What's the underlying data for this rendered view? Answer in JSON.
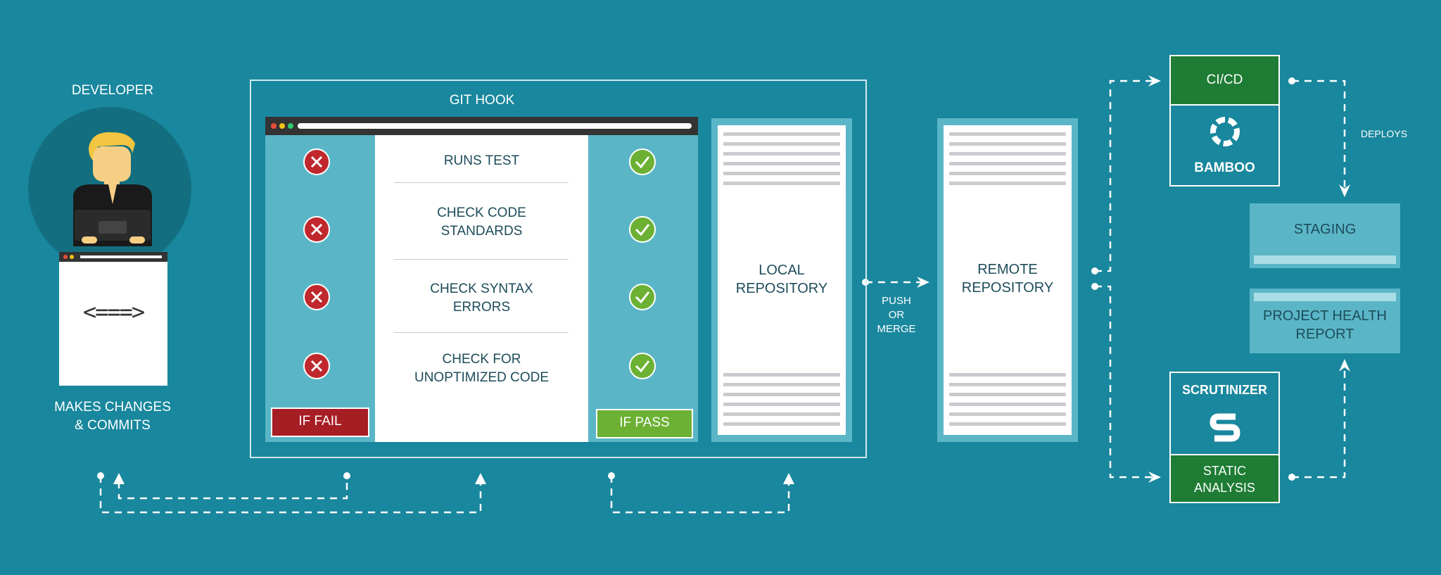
{
  "developer": {
    "title": "DEVELOPER",
    "caption_line1": "MAKES CHANGES",
    "caption_line2": "& COMMITS",
    "code_symbol": "<===>"
  },
  "git_hook": {
    "title": "GIT HOOK",
    "checks": [
      {
        "line1": "RUNS TEST",
        "line2": ""
      },
      {
        "line1": "CHECK CODE",
        "line2": "STANDARDS"
      },
      {
        "line1": "CHECK SYNTAX",
        "line2": "ERRORS"
      },
      {
        "line1": "CHECK FOR",
        "line2": "UNOPTIMIZED CODE"
      }
    ],
    "fail_label": "IF FAIL",
    "pass_label": "IF PASS"
  },
  "local_repo": {
    "line1": "LOCAL",
    "line2": "REPOSITORY"
  },
  "push_label": {
    "line1": "PUSH",
    "line2": "OR",
    "line3": "MERGE"
  },
  "remote_repo": {
    "line1": "REMOTE",
    "line2": "REPOSITORY"
  },
  "cicd": {
    "header": "CI/CD",
    "name": "BAMBOO"
  },
  "deploys_label": "DEPLOYS",
  "staging": {
    "label": "STAGING"
  },
  "health": {
    "line1": "PROJECT HEALTH",
    "line2": "REPORT"
  },
  "scrutinizer": {
    "name": "SCRUTINIZER",
    "footer_line1": "STATIC",
    "footer_line2": "ANALYSIS"
  },
  "colors": {
    "background": "#19879d",
    "panel": "#5ab6c7",
    "fail": "#a71d24",
    "pass": "#6cb133",
    "ci_green": "#1e7c34"
  }
}
